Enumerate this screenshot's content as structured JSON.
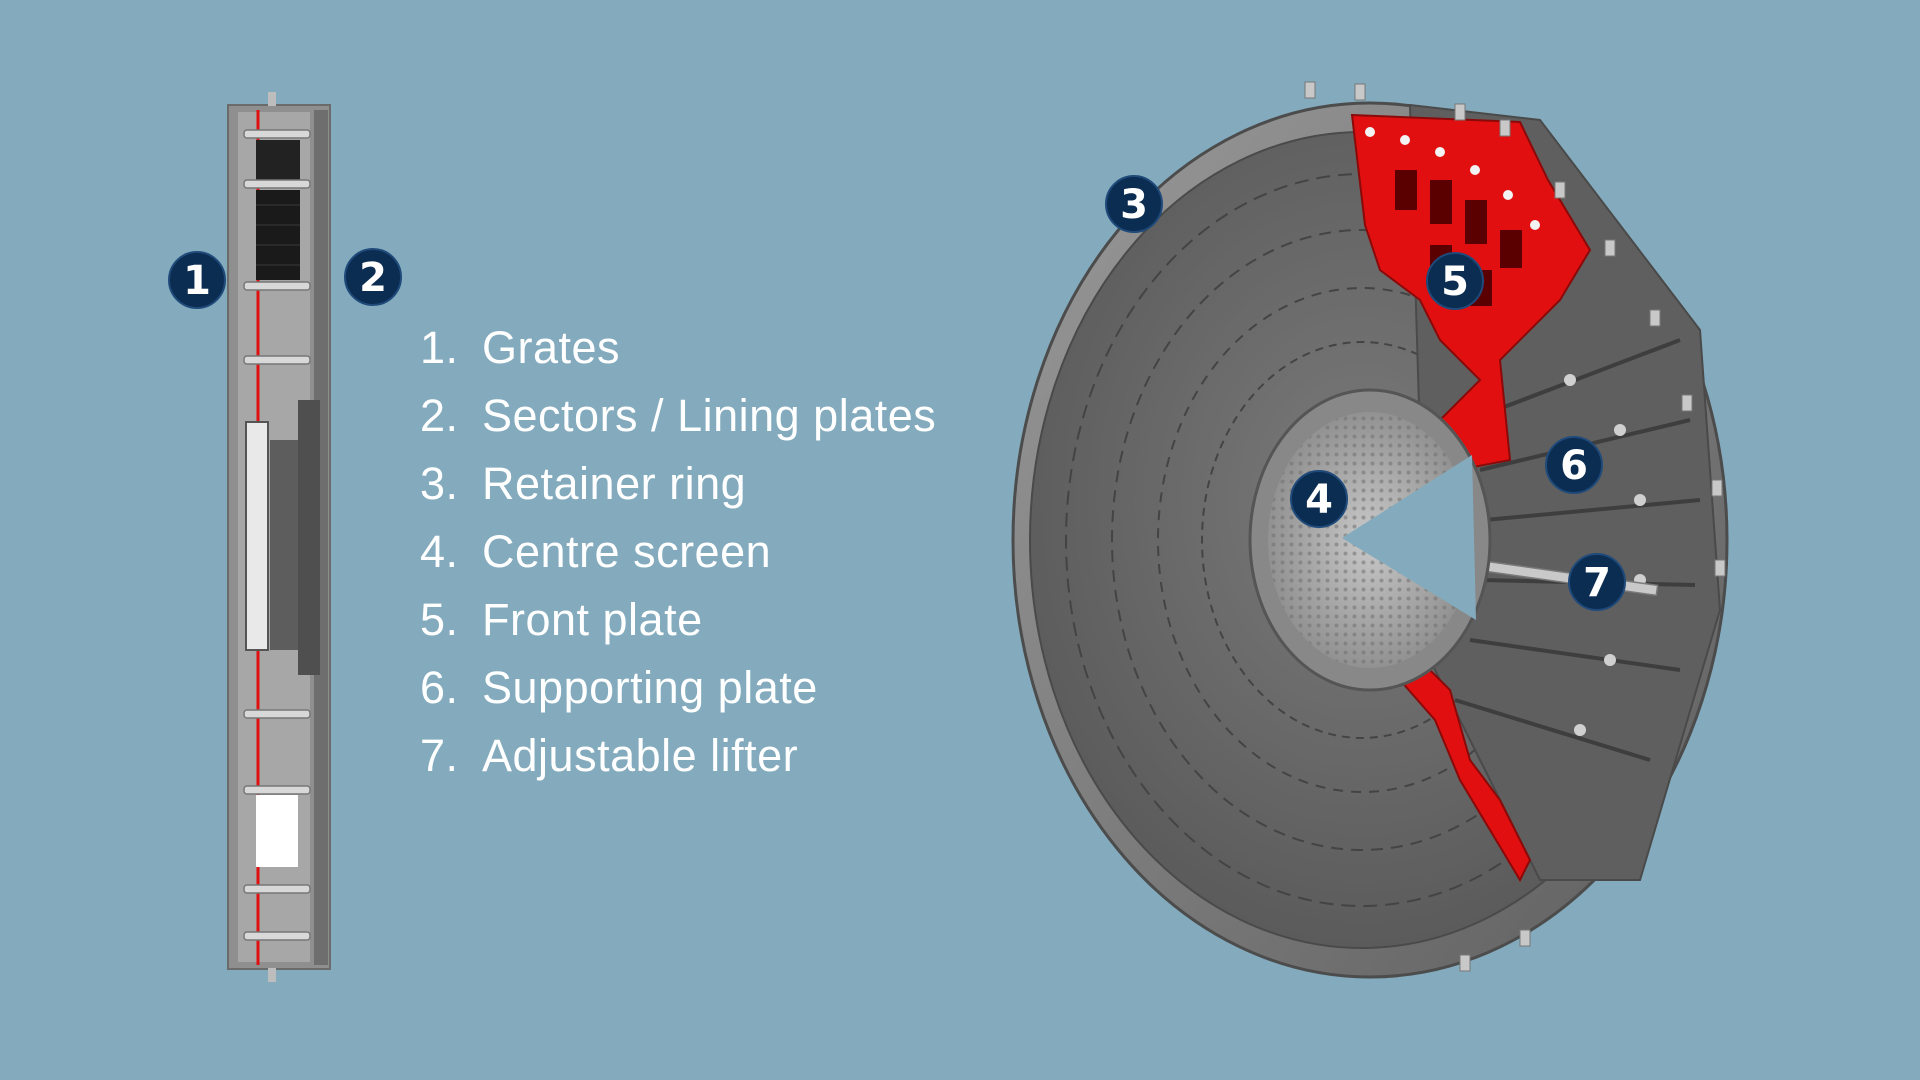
{
  "colors": {
    "background": "#83abbd",
    "badge": "#0c2d52",
    "highlight": "#e10f0f",
    "metal": "#6c6c6c",
    "text": "#ffffff"
  },
  "badges": [
    "1",
    "2",
    "3",
    "4",
    "5",
    "6",
    "7"
  ],
  "legend": [
    {
      "num": "1.",
      "label": "Grates"
    },
    {
      "num": "2.",
      "label": "Sectors / Lining plates"
    },
    {
      "num": "3.",
      "label": "Retainer ring"
    },
    {
      "num": "4.",
      "label": "Centre screen"
    },
    {
      "num": "5.",
      "label": "Front plate"
    },
    {
      "num": "6.",
      "label": "Supporting plate"
    },
    {
      "num": "7.",
      "label": "Adjustable lifter"
    }
  ]
}
